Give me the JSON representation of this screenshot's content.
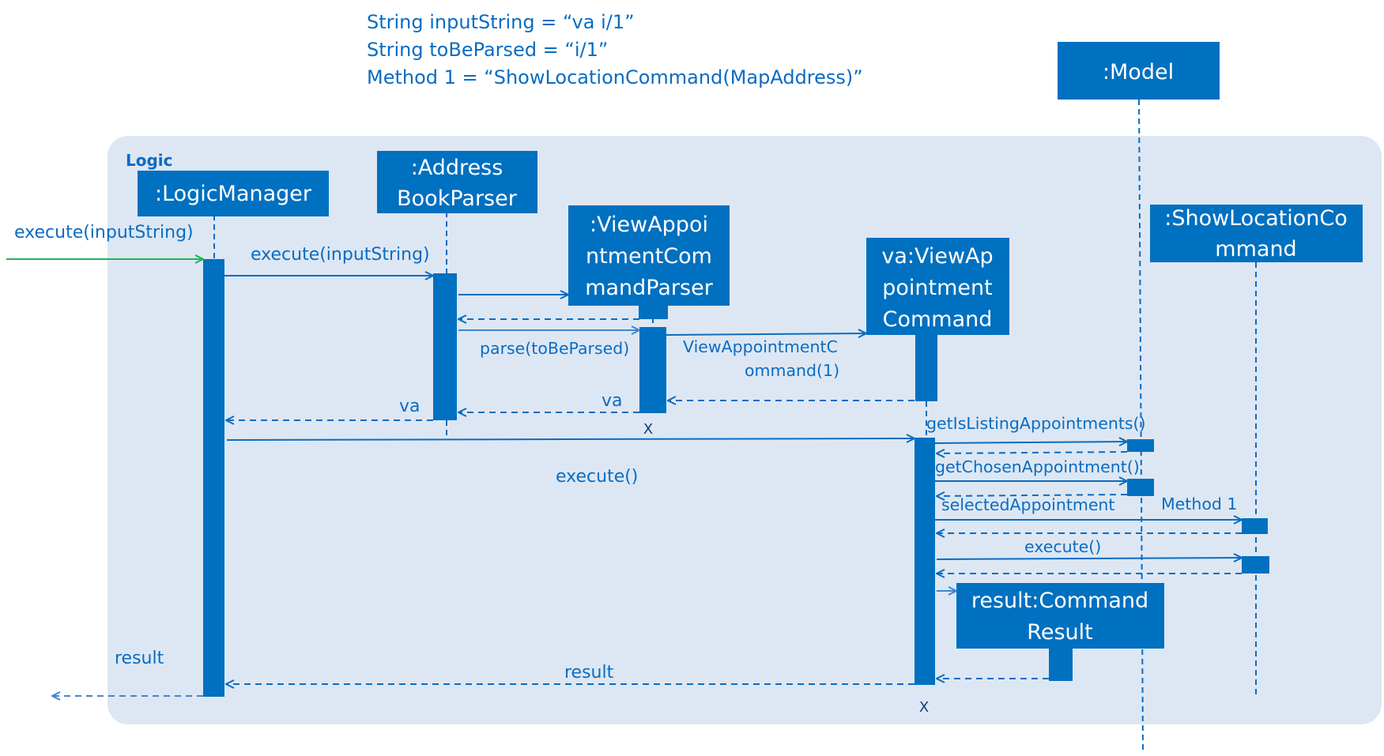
{
  "colors": {
    "primary": "#0070c0",
    "frame_fill": "#dde7f3",
    "arrow": "#0a6cc2",
    "arrow_light": "#3f86cf",
    "entry_arrow": "#1fb35a",
    "text": "#0a6cc2",
    "box_text": "#ffffff"
  },
  "notes": [
    "String inputString = “va i/1”",
    "String toBeParsed = “i/1”",
    "Method 1 = “ShowLocationCommand(MapAddress)”"
  ],
  "frame": {
    "label": "Logic"
  },
  "participants": {
    "logic_manager": ":LogicManager",
    "address_book_parser": [
      ":Address",
      "BookParser"
    ],
    "view_appointment_parser": [
      ":ViewAppoi",
      "ntmentCom",
      "mandParser"
    ],
    "view_appointment_command": [
      "va:ViewAp",
      "pointment",
      "Command"
    ],
    "model": ":Model",
    "show_location_command": [
      ":ShowLocationCo",
      "mmand"
    ],
    "command_result": [
      "result:Command",
      "Result"
    ]
  },
  "messages": {
    "external_execute": "execute(inputString)",
    "execute_input": "execute(inputString)",
    "parse": "parse(toBeParsed)",
    "create_command": [
      "ViewAppointmentC",
      "ommand(1)"
    ],
    "return_va_parser": "va",
    "return_va_manager": "va",
    "execute": "execute()",
    "get_is_listing": "getIsListingAppointments()",
    "get_chosen": "getChosenAppointment()",
    "selected": "selectedAppointment",
    "method1": "Method 1",
    "execute_show": "execute()",
    "return_result": "result",
    "external_result": "result"
  },
  "destroy_marker": "X"
}
